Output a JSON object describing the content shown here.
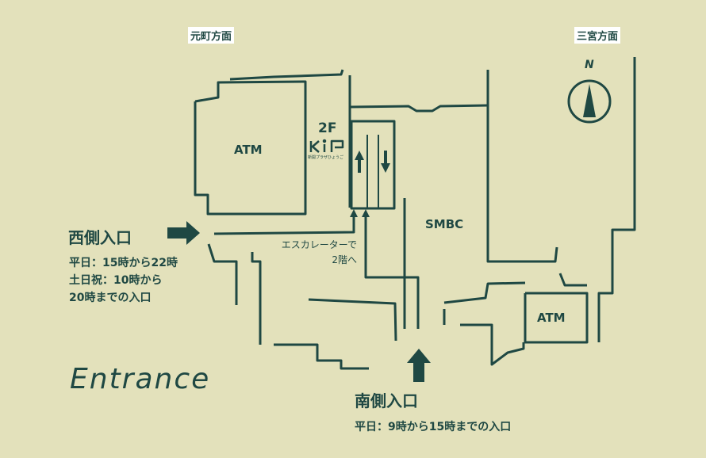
{
  "directions": {
    "left": "元町方面",
    "right": "三宮方面"
  },
  "compass": {
    "label": "N",
    "icon": "north-arrow-icon"
  },
  "floor": {
    "label": "2F",
    "logo": "KiP",
    "logo_sub": "新開プラザひょうご"
  },
  "areas": {
    "atm_left": "ATM",
    "atm_right": "ATM",
    "bank": "SMBC"
  },
  "escalator_note": {
    "line1": "エスカレーターで",
    "line2": "2階へ"
  },
  "west_entrance": {
    "title": "西側入口",
    "hours": [
      "平日：15時から22時",
      "土日祝：10時から",
      "20時までの入口"
    ]
  },
  "south_entrance": {
    "title": "南側入口",
    "hours": "平日：9時から15時までの入口"
  },
  "heading": "Entrance",
  "colors": {
    "background": "#e3e1bb",
    "ink": "#1f4843",
    "label_bg": "#ffffff"
  }
}
